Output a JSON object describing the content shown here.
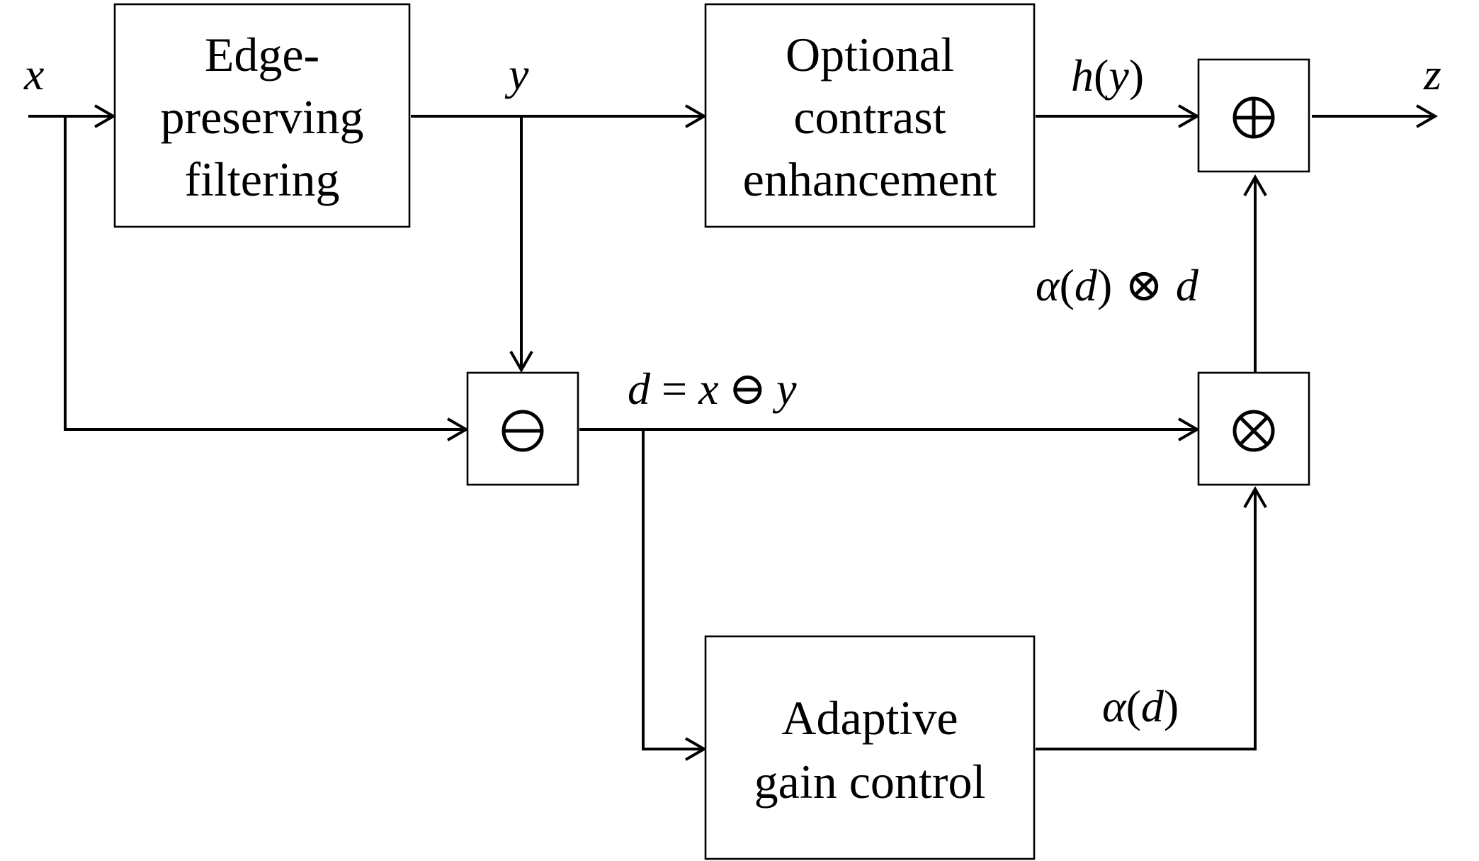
{
  "blocks": {
    "filter": {
      "lines": [
        "Edge-",
        "preserving",
        "filtering"
      ]
    },
    "contrast": {
      "lines": [
        "Optional",
        "contrast",
        "enhancement"
      ]
    },
    "gain": {
      "lines": [
        "Adaptive",
        "gain control"
      ]
    }
  },
  "operators": {
    "subtract": {
      "symbol": "⊖"
    },
    "multiply": {
      "symbol": "⊗"
    },
    "add": {
      "symbol": "⊕"
    }
  },
  "signals": {
    "input": "x",
    "filtered": "y",
    "output": "z",
    "h_func": "h",
    "h_arg": "y",
    "diff_lhs": "d",
    "diff_eq": " = ",
    "diff_x": "x",
    "diff_op": "⊖",
    "diff_y": "y",
    "gain_alpha": "α",
    "gain_arg": "d",
    "prod_alpha": "α",
    "prod_arg": "d",
    "prod_op": "⊗",
    "prod_d": "d",
    "paren_open": "(",
    "paren_close": ")"
  }
}
